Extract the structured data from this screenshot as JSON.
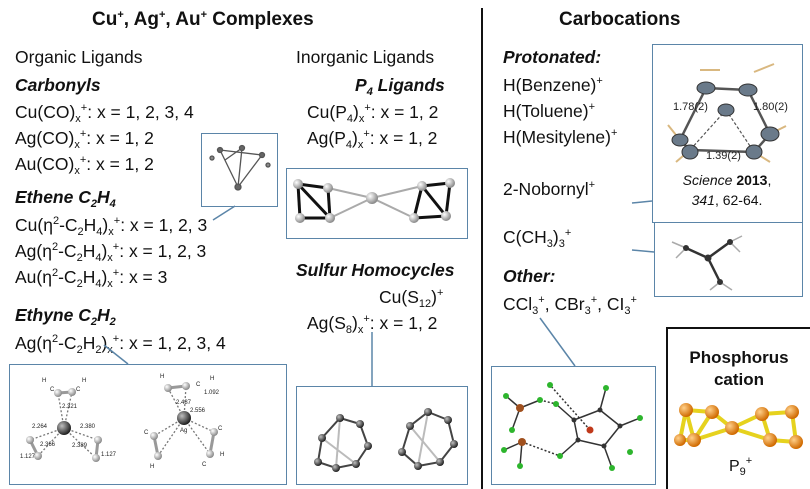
{
  "left_panel": {
    "title": [
      "Cu",
      "+",
      ", Ag",
      "+",
      ", Au",
      "+",
      " Complexes"
    ],
    "organic_heading": "Organic Ligands",
    "inorganic_heading": "Inorganic Ligands",
    "carbonyls": {
      "heading": "Carbonyls",
      "items": [
        [
          "Cu(CO)",
          "x",
          "+",
          ": x = 1, 2, 3, 4"
        ],
        [
          "Ag(CO)",
          "x",
          "+",
          ": x = 1, 2"
        ],
        [
          "Au(CO)",
          "x",
          "+",
          ": x = 1, 2"
        ]
      ]
    },
    "ethene": {
      "heading": [
        "Ethene C",
        "2",
        "H",
        "4",
        ""
      ],
      "items": [
        [
          "Cu(η",
          "2",
          "-C",
          "2",
          "H",
          "4",
          ")",
          "x",
          "+",
          ": x = 1, 2, 3"
        ],
        [
          "Ag(η",
          "2",
          "-C",
          "2",
          "H",
          "4",
          ")",
          "x",
          "+",
          ": x = 1, 2, 3"
        ],
        [
          "Au(η",
          "2",
          "-C",
          "2",
          "H",
          "4",
          ")",
          "x",
          "+",
          ": x = 3"
        ]
      ]
    },
    "ethyne": {
      "heading": [
        "Ethyne C",
        "2",
        "H",
        "2",
        ""
      ],
      "items": [
        [
          "Ag(η",
          "2",
          "-C",
          "2",
          "H",
          "2",
          ")",
          "x",
          "+",
          ": x = 1, 2, 3, 4"
        ]
      ]
    },
    "p4": {
      "heading": [
        "P",
        "4",
        " Ligands"
      ],
      "items": [
        [
          "Cu(P",
          "4",
          ")",
          "x",
          "+",
          ": x = 1, 2"
        ],
        [
          "Ag(P",
          "4",
          ")",
          "x",
          "+",
          ": x = 1, 2"
        ]
      ]
    },
    "sulfur": {
      "heading": "Sulfur Homocycles",
      "items": [
        [
          "Cu(S",
          "12",
          ")",
          "+",
          ""
        ],
        [
          "Ag(S",
          "8",
          ")",
          "x",
          "+",
          ": x = 1, 2"
        ]
      ]
    },
    "ethyne_structure_labels": [
      "H",
      "C",
      "C",
      "H",
      "2.321",
      "2.264",
      "2.380",
      "2.366",
      "2.389",
      "1.127",
      "1.127",
      "2.487",
      "2.556",
      "1.092",
      "C",
      "H",
      "H",
      "C",
      "C",
      "H",
      "C",
      "H",
      "Ag"
    ]
  },
  "right_panel": {
    "title": "Carbocations",
    "protonated": {
      "heading": "Protonated:",
      "items": [
        [
          "H(Benzene)",
          "+"
        ],
        [
          "H(Toluene)",
          "+"
        ],
        [
          "H(Mesitylene)",
          "+"
        ]
      ]
    },
    "nobornyl": [
      "2-Nobornyl",
      "+"
    ],
    "tbutyl": [
      "C(CH",
      "3",
      ")",
      "3",
      "+"
    ],
    "other": {
      "heading": "Other:",
      "items": [
        "CCl",
        "3",
        "+",
        ", CBr",
        "3",
        "+",
        ", CI",
        "3",
        "+"
      ]
    },
    "structure_labels": {
      "left": "1.78(2)",
      "right": "1.80(2)",
      "bottom": "1.39(2)"
    },
    "citation": {
      "journal": "Science",
      "year": "2013",
      "volume": "341",
      "pages": ", 62-64."
    },
    "phosphorus": {
      "title_line1": "Phosphorus",
      "title_line2": "cation",
      "formula": [
        "P",
        "9",
        "+"
      ]
    }
  },
  "colors": {
    "box_border": "#5b85a8",
    "phosphorus": "#f08c1e",
    "bond": "#e6d21e",
    "chlorine": "#2db52d",
    "metal": "#a0501e"
  }
}
